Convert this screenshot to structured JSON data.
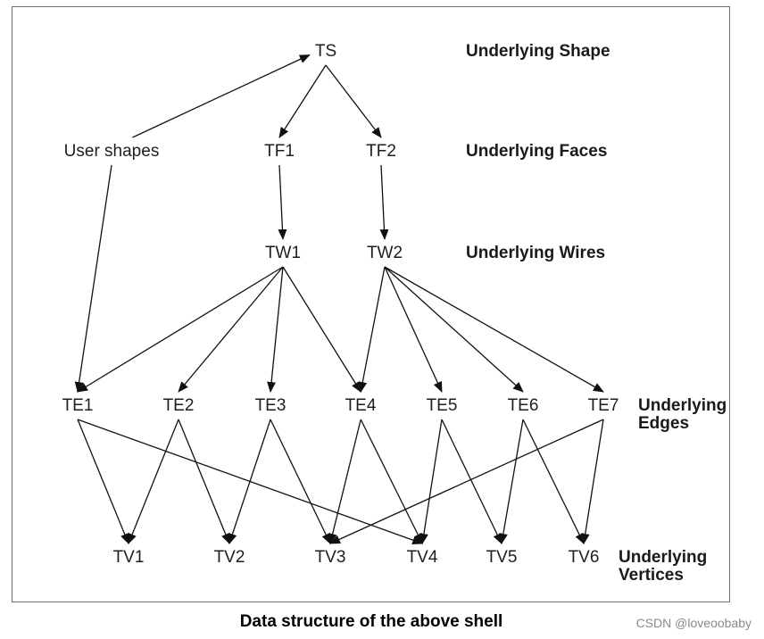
{
  "diagram": {
    "nodes": {
      "TS": "TS",
      "US": "User shapes",
      "TF1": "TF1",
      "TF2": "TF2",
      "TW1": "TW1",
      "TW2": "TW2",
      "TE1": "TE1",
      "TE2": "TE2",
      "TE3": "TE3",
      "TE4": "TE4",
      "TE5": "TE5",
      "TE6": "TE6",
      "TE7": "TE7",
      "TV1": "TV1",
      "TV2": "TV2",
      "TV3": "TV3",
      "TV4": "TV4",
      "TV5": "TV5",
      "TV6": "TV6"
    },
    "levels": {
      "shape": "Underlying Shape",
      "faces": "Underlying Faces",
      "wires": "Underlying Wires",
      "edges_1": "Underlying",
      "edges_2": "Edges",
      "vertices_1": "Underlying",
      "vertices_2": "Vertices"
    },
    "edges": [
      [
        "US",
        "TS"
      ],
      [
        "US",
        "TE1"
      ],
      [
        "TS",
        "TF1"
      ],
      [
        "TS",
        "TF2"
      ],
      [
        "TF1",
        "TW1"
      ],
      [
        "TF2",
        "TW2"
      ],
      [
        "TW1",
        "TE1"
      ],
      [
        "TW1",
        "TE2"
      ],
      [
        "TW1",
        "TE3"
      ],
      [
        "TW1",
        "TE4"
      ],
      [
        "TW2",
        "TE4"
      ],
      [
        "TW2",
        "TE5"
      ],
      [
        "TW2",
        "TE6"
      ],
      [
        "TW2",
        "TE7"
      ],
      [
        "TE1",
        "TV1"
      ],
      [
        "TE1",
        "TV4"
      ],
      [
        "TE2",
        "TV1"
      ],
      [
        "TE2",
        "TV2"
      ],
      [
        "TE3",
        "TV2"
      ],
      [
        "TE3",
        "TV3"
      ],
      [
        "TE4",
        "TV3"
      ],
      [
        "TE4",
        "TV4"
      ],
      [
        "TE5",
        "TV4"
      ],
      [
        "TE5",
        "TV5"
      ],
      [
        "TE6",
        "TV5"
      ],
      [
        "TE6",
        "TV6"
      ],
      [
        "TE7",
        "TV3"
      ],
      [
        "TE7",
        "TV6"
      ]
    ]
  },
  "caption": "Data structure of the above shell",
  "watermark": "CSDN @loveoobaby"
}
